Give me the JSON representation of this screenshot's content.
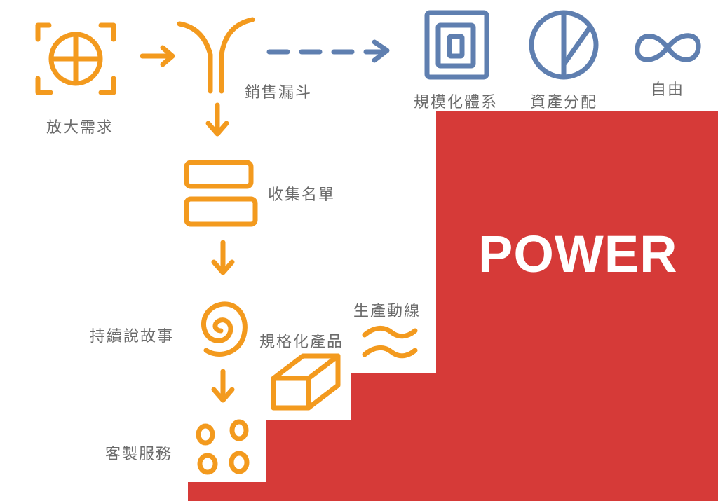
{
  "labels": {
    "amplify_demand": "放大需求",
    "sales_funnel": "銷售漏斗",
    "collect_list": "收集名單",
    "storytelling": "持續說故事",
    "custom_service": "客製服務",
    "standard_product": "規格化產品",
    "production_flow": "生產動線",
    "scaled_system": "規模化體系",
    "asset_allocation": "資產分配",
    "freedom": "自由",
    "power": "POWER"
  },
  "colors": {
    "orange": "#f39a1e",
    "blue": "#5f7fb0",
    "red": "#d63a38",
    "label": "#6b6b6b"
  }
}
